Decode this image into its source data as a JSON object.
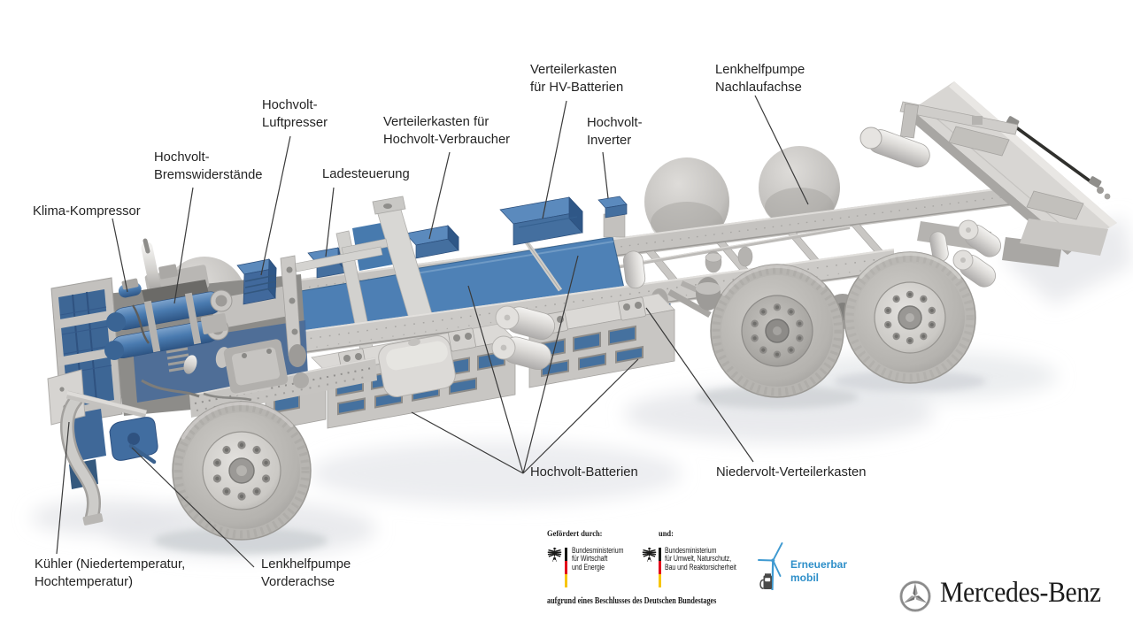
{
  "callouts": [
    {
      "id": "klima-kompressor",
      "text": "Klima-Kompressor"
    },
    {
      "id": "hochvolt-bremswiderstaende",
      "text": "Hochvolt-\nBremswiderstände"
    },
    {
      "id": "hochvolt-luftpresser",
      "text": "Hochvolt-\nLuftpresser"
    },
    {
      "id": "verteilerkasten-hochvolt-verbraucher",
      "text": "Verteilerkasten für\nHochvolt-Verbraucher"
    },
    {
      "id": "ladesteuerung",
      "text": "Ladesteuerung"
    },
    {
      "id": "verteilerkasten-hv-batterien",
      "text": "Verteilerkasten\nfür HV-Batterien"
    },
    {
      "id": "hochvolt-inverter",
      "text": "Hochvolt-\nInverter"
    },
    {
      "id": "lenkhelfpumpe-nachlaufachse",
      "text": "Lenkhelfpumpe\nNachlaufachse"
    },
    {
      "id": "hochvolt-batterien",
      "text": "Hochvolt-Batterien"
    },
    {
      "id": "niedervolt-verteilerkasten",
      "text": "Niedervolt-Verteilerkasten"
    },
    {
      "id": "kuehler",
      "text": "Kühler (Niedertemperatur,\nHochtemperatur)"
    },
    {
      "id": "lenkhelfpumpe-vorderachse",
      "text": "Lenkhelfpumpe\nVorderachse"
    }
  ],
  "funding": {
    "caption_left": "Gefördert durch:",
    "caption_right": "und:",
    "ministry_economy": "Bundesministerium\nfür Wirtschaft\nund Energie",
    "ministry_environment": "Bundesministerium\nfür Umwelt, Naturschutz,\nBau und Reaktorsicherheit",
    "note": "aufgrund eines Beschlusses des Deutschen Bundestages",
    "program": "Erneuerbar\nmobil",
    "program_color": "#2e8fc9",
    "flag_colors": {
      "black": "#161613",
      "red": "#e2001a",
      "gold": "#f7c50a"
    }
  },
  "brand": {
    "wordmark": "Mercedes-Benz"
  },
  "colors": {
    "background": "#ffffff",
    "component_blue": "#4b7db3",
    "chassis_grey": "#c9c7c4",
    "label_text": "#242424",
    "leader_line": "#3a3a3a"
  }
}
